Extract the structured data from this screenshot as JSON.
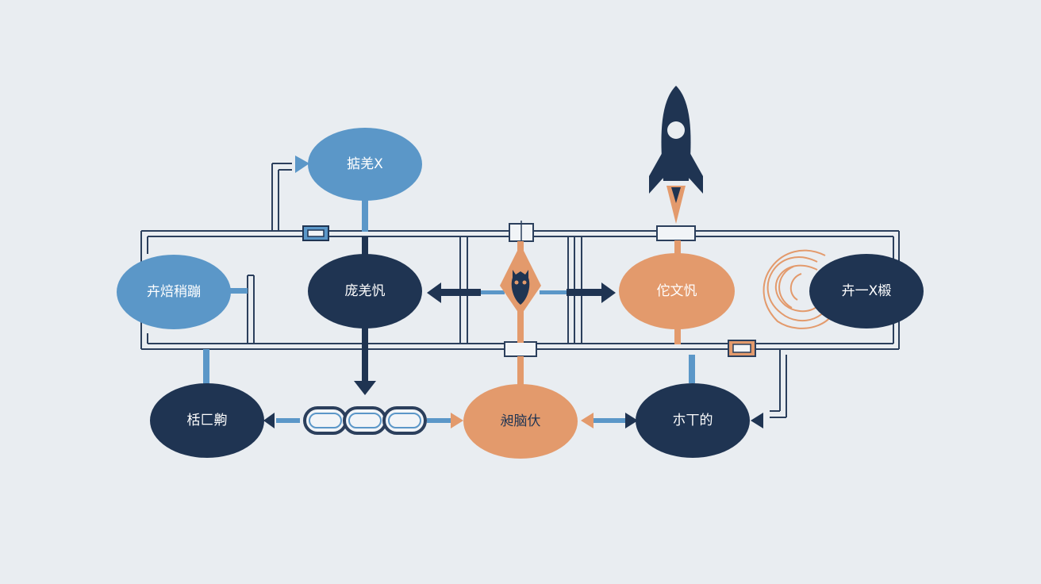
{
  "colors": {
    "background": "#e9edf1",
    "blue": "#5b97c8",
    "navy": "#1f3452",
    "orange": "#e39a6c",
    "line": "#2b3f5c",
    "box_fill": "#f1f4f7"
  },
  "nodes": [
    {
      "id": "n-top",
      "label": "掂羌X",
      "fill": "blue"
    },
    {
      "id": "n-left",
      "label": "卉焙稍蹦",
      "fill": "blue"
    },
    {
      "id": "n-center",
      "label": "庞羌忛",
      "fill": "navy"
    },
    {
      "id": "n-right-orange",
      "label": "佗文忛",
      "fill": "orange"
    },
    {
      "id": "n-far-right",
      "label": "卉一X榝",
      "fill": "navy"
    },
    {
      "id": "n-bottom-left",
      "label": "栝匚齁",
      "fill": "navy"
    },
    {
      "id": "n-bottom-center",
      "label": "昶脑㐲",
      "fill": "orange"
    },
    {
      "id": "n-bottom-right",
      "label": "朩丅的",
      "fill": "navy"
    }
  ],
  "icons": [
    "rocket-icon",
    "robot-head-icon",
    "chain-link-icon",
    "swirl-icon"
  ]
}
